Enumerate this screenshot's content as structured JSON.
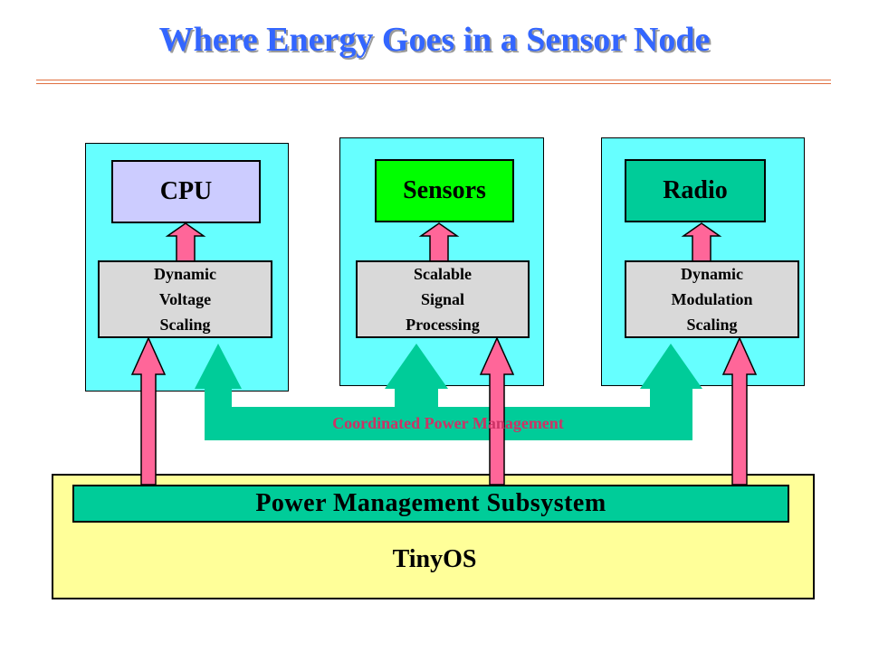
{
  "title": "Where Energy Goes in a Sensor Node",
  "components": {
    "cpu": "CPU",
    "sensors": "Sensors",
    "radio": "Radio"
  },
  "techniques": {
    "dvs": [
      "Dynamic",
      "Voltage",
      "Scaling"
    ],
    "ssp": [
      "Scalable",
      "Signal",
      "Processing"
    ],
    "dms": [
      "Dynamic",
      "Modulation",
      "Scaling"
    ]
  },
  "coordination_label": "Coordinated Power Management",
  "subsystem_label": "Power Management Subsystem",
  "os_label": "TinyOS",
  "colors": {
    "title": "#3366ff",
    "panel": "#66ffff",
    "cpu": "#ccccff",
    "sensors": "#00ff00",
    "radio": "#00cc99",
    "technique": "#d9d9d9",
    "pink_arrow": "#ff6699",
    "green_arrow": "#00cc99",
    "os": "#ffff99",
    "coordination_text": "#cc3366"
  }
}
